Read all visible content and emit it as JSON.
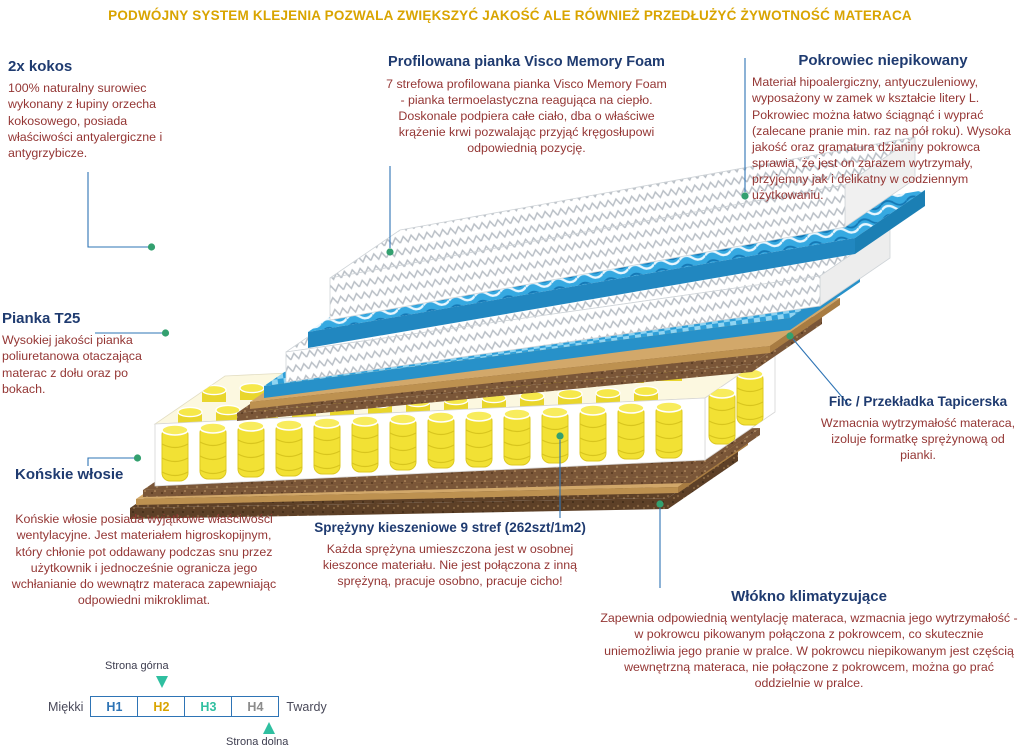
{
  "header": {
    "title": "PODWÓJNY SYSTEM KLEJENIA POZWALA ZWIĘKSZYĆ JAKOŚĆ ALE RÓWNIEŻ PRZEDŁUŻYĆ ŻYWOTNOŚĆ MATERACA"
  },
  "annotations": {
    "kokos": {
      "title": "2x kokos",
      "body": "100% naturalny surowiec wykonany z łupiny orzecha kokosowego, posiada właściwości antyalergiczne i antygrzybicze."
    },
    "visco": {
      "title": "Profilowana pianka Visco Memory Foam",
      "body": "7 strefowa profilowana pianka Visco Memory Foam - pianka termoelastyczna reagująca na ciepło. Doskonale podpiera całe ciało, dba o właściwe krążenie krwi pozwalając przyjąć kręgosłupowi odpowiednią pozycję."
    },
    "pokrowiec": {
      "title": "Pokrowiec niepikowany",
      "body": "Materiał hipoalergiczny, antyuczuleniowy, wyposażony w zamek w kształcie litery L. Pokrowiec można łatwo ściągnąć i wyprać (zalecane pranie min. raz na pół roku). Wysoka jakość oraz gramatura dzianiny pokrowca sprawia, że jest on zarazem wytrzymały, przyjemny jak i delikatny w codziennym użytkowaniu."
    },
    "pianka": {
      "title": "Pianka T25",
      "body": "Wysokiej jakości pianka poliuretanowa otaczająca materac z dołu oraz po bokach."
    },
    "konskie": {
      "title": "Końskie włosie",
      "body": "Końskie włosie posiada wyjątkowe właściwości wentylacyjne. Jest materiałem higroskopijnym, który chłonie pot oddawany podczas snu przez użytkownik i jednocześnie ogranicza jego wchłanianie do wewnątrz materaca zapewniając odpowiedni mikroklimat."
    },
    "sprezyny": {
      "title": "Sprężyny kieszeniowe 9 stref (262szt/1m2)",
      "body": "Każda sprężyna umieszczona jest w osobnej kieszonce materiału. Nie jest połączona z inną sprężyną, pracuje osobno, pracuje cicho!"
    },
    "filc": {
      "title": "Filc / Przekładka Tapicerska",
      "body": "Wzmacnia wytrzymałość materaca, izoluje formatkę sprężynową od pianki."
    },
    "wlokno": {
      "title": "Włókno klimatyzujące",
      "body": "Zapewnia odpowiednią wentylację materaca, wzmacnia jego wytrzymałość - w pokrowcu pikowanym połączona z pokrowcem, co skutecznie uniemożliwia jego pranie w pralce. W pokrowcu niepikowanym jest częścią wewnętrzną materaca, nie połączone z pokrowcem, można go prać oddzielnie w pralce."
    }
  },
  "firmness_scale": {
    "top_side_label": "Strona górna",
    "bottom_side_label": "Strona dolna",
    "soft_label": "Miękki",
    "hard_label": "Twardy",
    "levels": [
      {
        "label": "H1",
        "color": "#2E74B5"
      },
      {
        "label": "H2",
        "color": "#D9A400"
      },
      {
        "label": "H3",
        "color": "#2FBFA0"
      },
      {
        "label": "H4",
        "color": "#8C8C8C"
      }
    ]
  },
  "colors": {
    "accent_orange": "#D9A400",
    "heading_navy": "#1F3B70",
    "body_red": "#943634",
    "line_blue": "#2E74B5",
    "dot_green": "#33A06F",
    "teal": "#2FBFA0",
    "spring_yellow": "#F2E134",
    "visco_blue": "#36A9E1",
    "coconut_brown": "#7A5638"
  }
}
